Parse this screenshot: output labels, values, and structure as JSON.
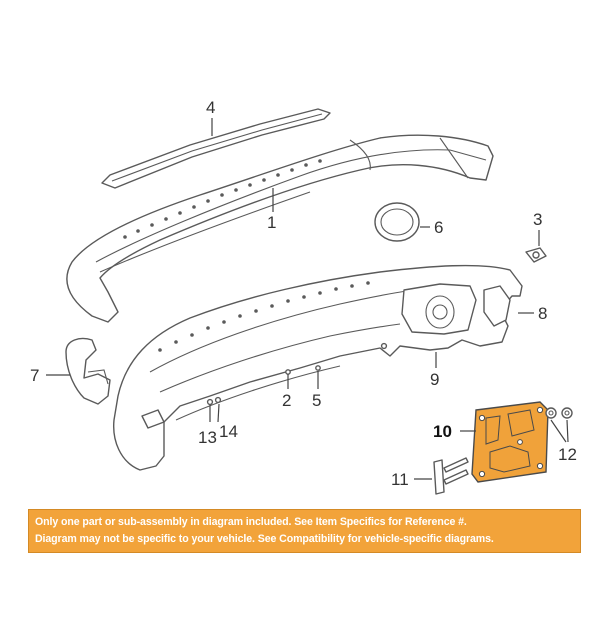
{
  "callouts": {
    "c1": "1",
    "c2": "2",
    "c3": "3",
    "c4": "4",
    "c5": "5",
    "c6": "6",
    "c7": "7",
    "c8": "8",
    "c9": "9",
    "c10": "10",
    "c11": "11",
    "c12": "12",
    "c13": "13",
    "c14": "14"
  },
  "notice": {
    "line1": "Only one part or sub-assembly in diagram included. See Item Specifics for Reference #.",
    "line2": "Diagram may not be specific to your vehicle. See Compatibility for vehicle-specific diagrams."
  },
  "colors": {
    "notice_bg": "#f2a33a",
    "highlight_part": "#f0a23a",
    "outline": "#5a5a5a"
  }
}
